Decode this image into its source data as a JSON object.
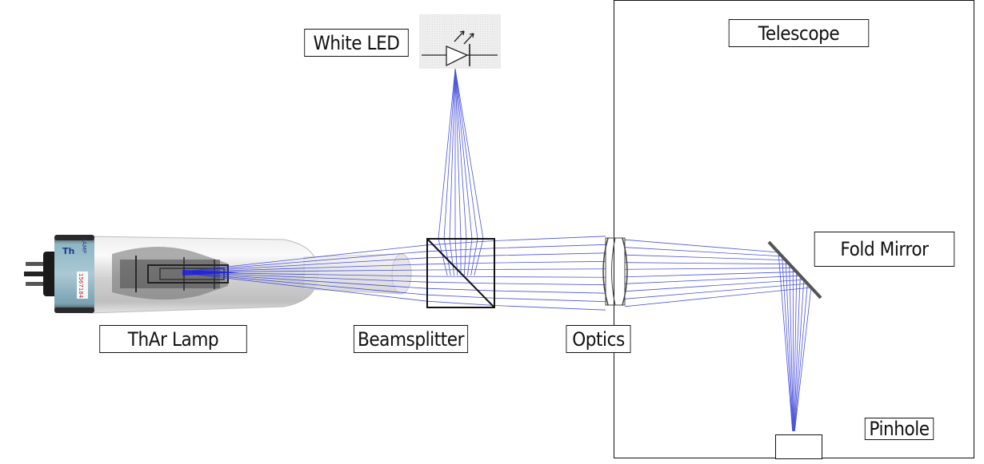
{
  "labels": {
    "white_led": "White LED",
    "telescope": "Telescope",
    "fold_mirror": "Fold Mirror",
    "thar_lamp": "ThAr Lamp",
    "beamsplitter": "Beamsplitter",
    "optics": "Optics",
    "pinhole": "Pinhole"
  },
  "lamp_print": {
    "element": "Th",
    "brand": "LAMP",
    "serial": "1567184"
  },
  "colors": {
    "ray": "#2b35d8",
    "line": "#111111",
    "led_panel": "#ececec",
    "lamp_base": "#6f9aaa",
    "glass": "#d6d6d6"
  },
  "icons": {
    "led_symbol": "diode-led-icon"
  }
}
